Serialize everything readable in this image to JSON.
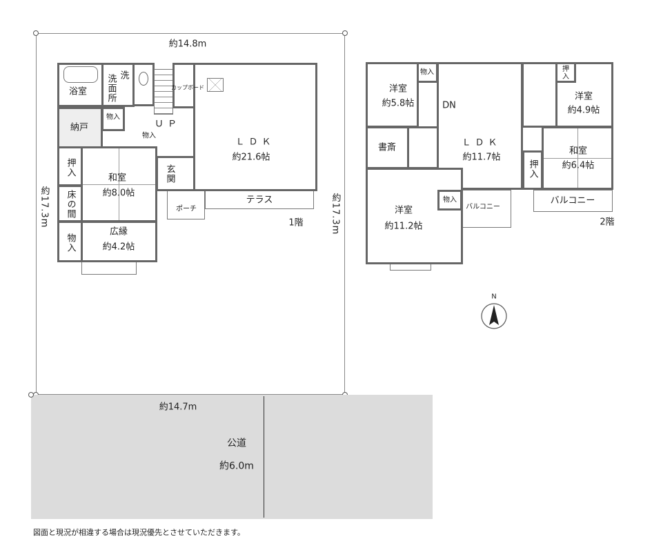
{
  "site": {
    "top_width": "約14.8m",
    "left_depth": "約17.3m",
    "right_depth": "約17.3m"
  },
  "road": {
    "width_label": "約14.7m",
    "name": "公道",
    "depth": "約6.0m"
  },
  "floor1": {
    "label": "1階",
    "rooms": {
      "bath": "浴室",
      "washroom": "洗面所",
      "laundry": "洗",
      "storage_nando": "納戸",
      "storage1": "物入",
      "hall_up": "ＵＰ",
      "storage2": "物入",
      "cupboard": "カップボード",
      "ldk_name": "ＬＤＫ",
      "ldk_size": "約21.6帖",
      "genkan": "玄関",
      "porch": "ポーチ",
      "terrace": "テラス",
      "oshiire": "押入",
      "washitsu_name": "和室",
      "washitsu_size": "約8.0帖",
      "tokonoma": "床の間",
      "storage3": "物入",
      "hiroen_name": "広縁",
      "hiroen_size": "約4.2帖"
    }
  },
  "floor2": {
    "label": "2階",
    "rooms": {
      "yoshitsu1_name": "洋室",
      "yoshitsu1_size": "約5.8帖",
      "storage1": "物入",
      "dn": "DN",
      "oshiire1": "押入",
      "yoshitsu2_name": "洋室",
      "yoshitsu2_size": "約4.9帖",
      "shosai": "書斎",
      "ldk_name": "ＬＤＫ",
      "ldk_size": "約11.7帖",
      "oshiire2": "押入",
      "washitsu_name": "和室",
      "washitsu_size": "約6.4帖",
      "storage2": "物入",
      "balcony1": "バルコニー",
      "balcony2": "バルコニー",
      "yoshitsu3_name": "洋室",
      "yoshitsu3_size": "約11.2帖"
    }
  },
  "compass": {
    "north": "N"
  },
  "footnote": "図面と現況が相違する場合は現況優先とさせていただきます。"
}
